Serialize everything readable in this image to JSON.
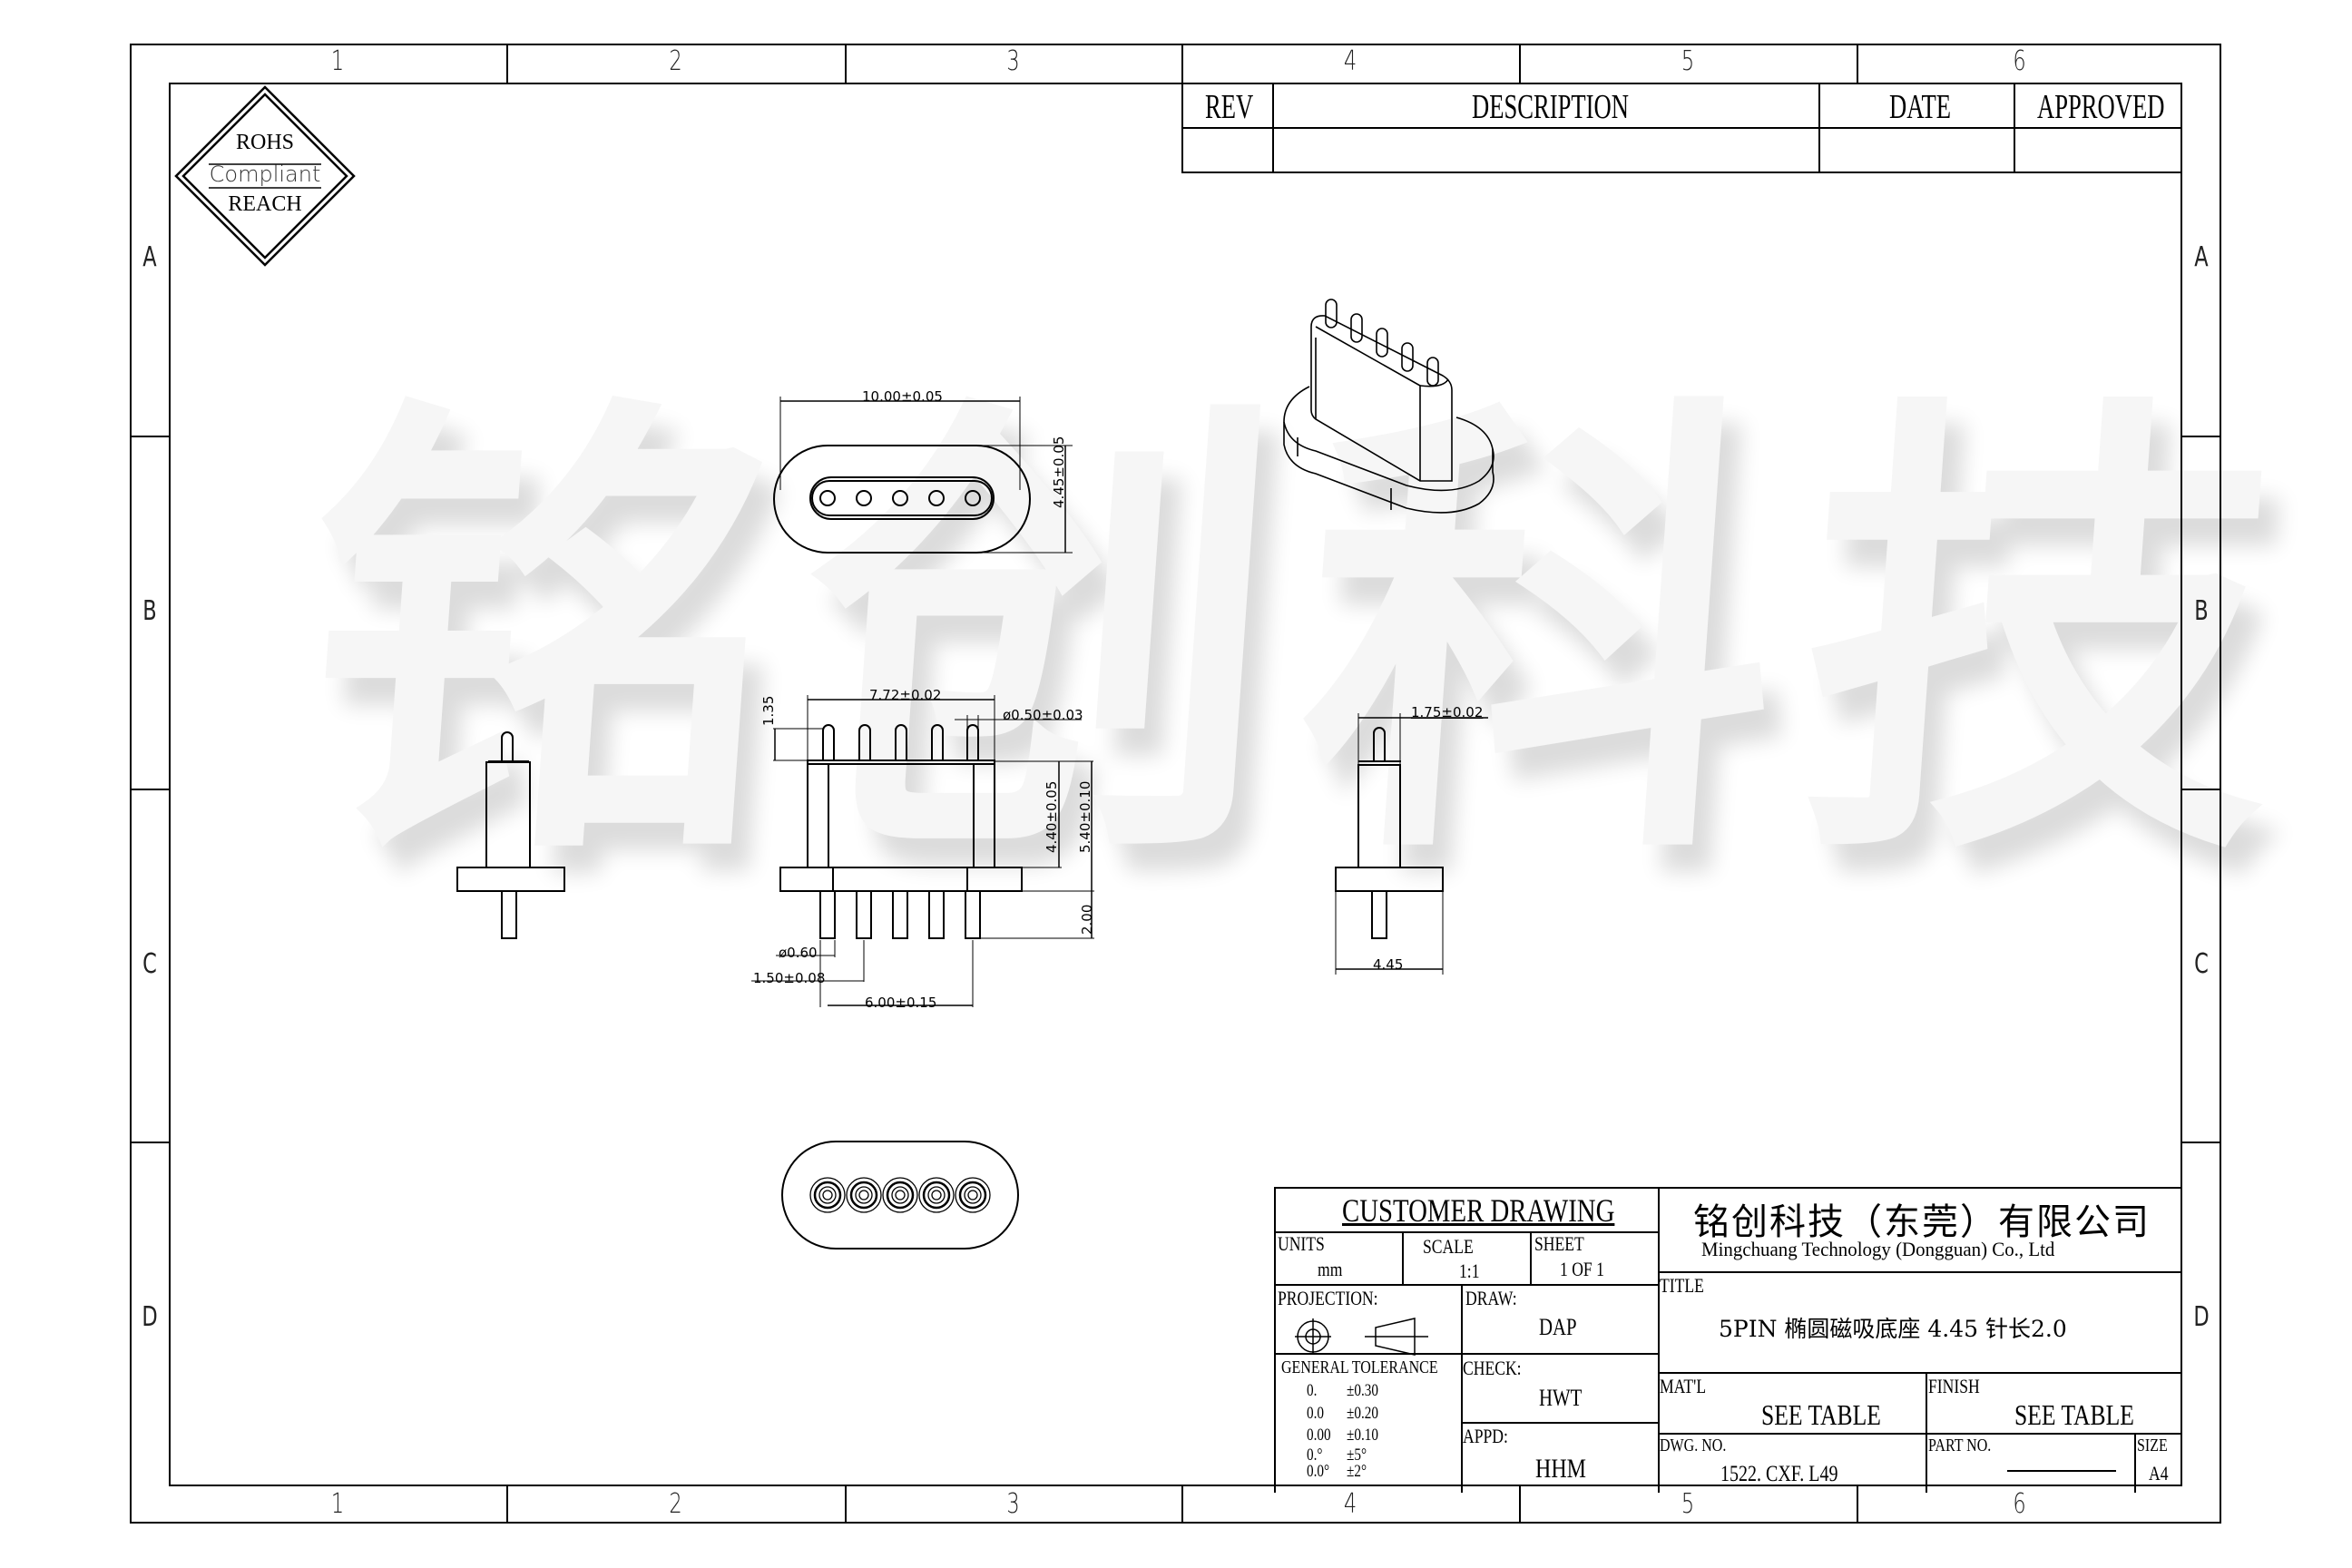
{
  "border": {
    "column_labels": [
      "1",
      "2",
      "3",
      "4",
      "5",
      "6"
    ],
    "row_labels": [
      "A",
      "B",
      "C",
      "D"
    ]
  },
  "compliance_badge": {
    "top": "ROHS",
    "middle": "Compliant",
    "bottom": "REACH"
  },
  "revision_table": {
    "headers": [
      "REV",
      "DESCRIPTION",
      "DATE",
      "APPROVED"
    ],
    "rows": [
      [
        "",
        "",
        "",
        ""
      ]
    ]
  },
  "watermark": "铭创科技",
  "dimensions": {
    "top_view": {
      "width": "10.00±0.05",
      "height": "4.45±0.05"
    },
    "front_view": {
      "pin_span": "7.72±0.02",
      "pin_diameter": "ø0.50±0.03",
      "pin_protrusion": "1.35",
      "body_height": "4.40±0.05",
      "total_height": "5.40±0.10",
      "tail_length": "2.00",
      "tail_diameter": "ø0.60",
      "pitch": "1.50±0.08",
      "tail_span": "6.00±0.15"
    },
    "side_view": {
      "body_width": "1.75±0.02",
      "base_width": "4.45"
    }
  },
  "title_block": {
    "customer_drawing": "CUSTOMER DRAWING",
    "units_label": "UNITS",
    "units_value": "mm",
    "scale_label": "SCALE",
    "scale_value": "1:1",
    "sheet_label": "SHEET",
    "sheet_value": "1 OF 1",
    "projection_label": "PROJECTION:",
    "draw_label": "DRAW:",
    "draw_value": "DAP",
    "check_label": "CHECK:",
    "check_value": "HWT",
    "appd_label": "APPD:",
    "appd_value": "HHM",
    "tolerance_label": "GENERAL  TOLERANCE",
    "tolerances": [
      {
        "format": "0.",
        "value": "±0.30"
      },
      {
        "format": "0.0",
        "value": "±0.20"
      },
      {
        "format": "0.00",
        "value": "±0.10"
      },
      {
        "format": "0.°",
        "value": "±5°"
      },
      {
        "format": "0.0°",
        "value": "±2°"
      }
    ],
    "company_cn": "铭创科技（东莞）有限公司",
    "company_en": "Mingchuang Technology (Dongguan) Co., Ltd",
    "title_label": "TITLE",
    "title_value": "5PIN 椭圆磁吸底座 4.45 针长2.0",
    "matl_label": "MAT'L",
    "matl_value": "SEE TABLE",
    "finish_label": "FINISH",
    "finish_value": "SEE TABLE",
    "dwg_no_label": "DWG. NO.",
    "dwg_no_value": "1522. CXF. L49",
    "part_no_label": "PART NO.",
    "part_no_value": "",
    "size_label": "SIZE",
    "size_value": "A4"
  }
}
